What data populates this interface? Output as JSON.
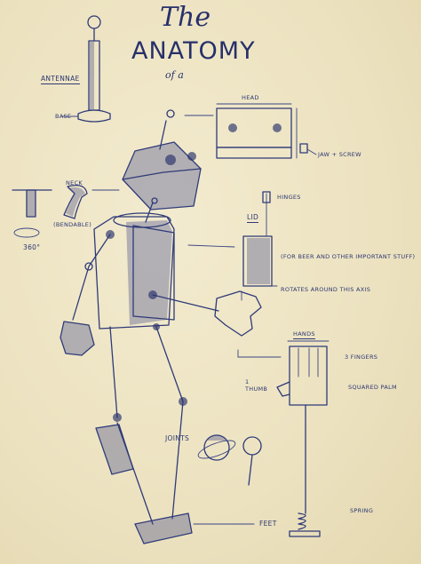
{
  "title": {
    "line1": "The",
    "line2": "ANATOMY",
    "line3": "of a"
  },
  "labels": {
    "antennae": "ANTENNAE",
    "base": "BASE",
    "head": "HEAD",
    "jaw_screen": "JAW + SCREW",
    "neck": "NECK",
    "bendable": "(BENDABLE)",
    "rotation": "360°",
    "hinges": "HINGES",
    "lid": "LID",
    "lid_note": "(FOR BEER AND OTHER IMPORTANT STUFF)",
    "rotates_note": "ROTATES AROUND THIS AXIS",
    "hands": "HANDS",
    "fingers": "3 FINGERS",
    "thumb": "1 THUMB",
    "palm": "SQUARED PALM",
    "joints": "JOINTS",
    "spring": "SPRING",
    "feet": "FEET"
  },
  "colors": {
    "paper": "#efe6c6",
    "ink": "#2e3a78"
  }
}
